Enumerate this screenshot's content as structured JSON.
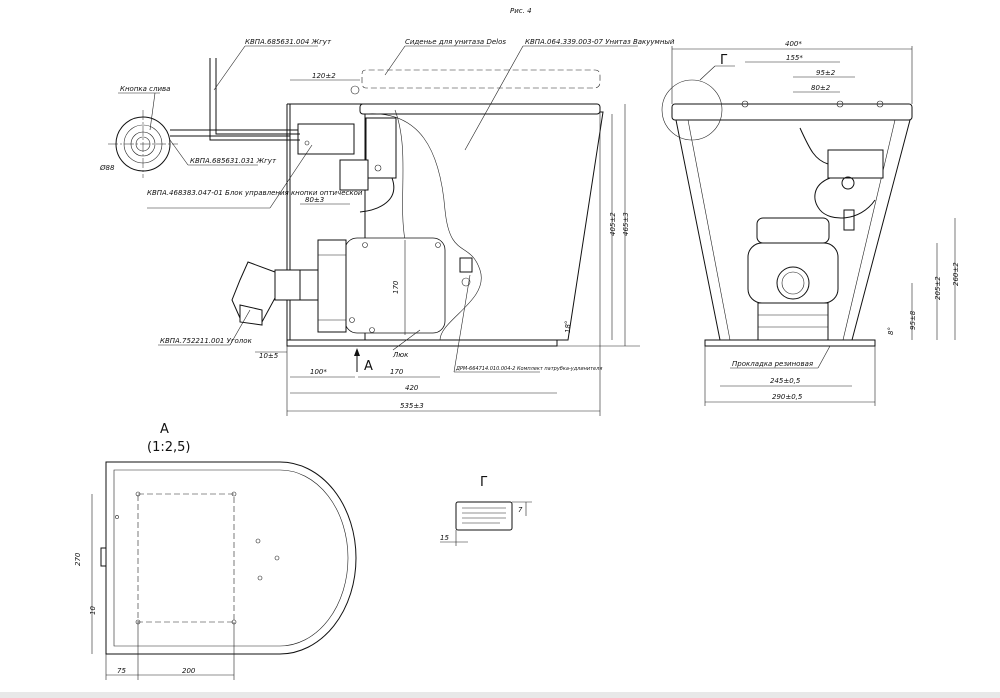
{
  "figure_title": "Рис. 4",
  "labels": {
    "harness_1": "КВПА.685631.004 Жгут",
    "flush_button": "Кнопка слива",
    "harness_2": "КВПА.685631.031 Жгут",
    "control_unit": "КВПА.468383.047-01 Блок управления кнопки оптической",
    "seat": "Сиденье для унитаза Delos",
    "vacuum_toilet": "КВПА.064.339.003-07 Унитаз Вакуумный",
    "elbow": "КВПА.752211.001 Уголок",
    "hatch": "Люк",
    "connector": "ДРМ-664714.010.004-2 Комплект патрубка-удлинителя",
    "rubber_gasket": "Прокладка резиновая",
    "view_a_letter": "А",
    "view_g_letter": "Г"
  },
  "dimensions": {
    "d120": "120±2",
    "d80": "80±3",
    "d170v": "170",
    "d10": "10±5",
    "d100": "100*",
    "d170h": "170",
    "d420": "420",
    "d535": "535±3",
    "d405": "405±2",
    "d465": "465±3",
    "d18": "18°",
    "dia88": "Ø88",
    "d400": "400*",
    "d155": "155*",
    "d95": "95±2",
    "d80b": "80±2",
    "d260": "260±2",
    "d205": "205±2",
    "d95b": "95±8",
    "d8": "8°",
    "d245": "245±0,5",
    "d290": "290±0,5",
    "detail_a": "А",
    "detail_scale": "(1:2,5)",
    "d270": "270",
    "d10b": "10",
    "d75": "75",
    "d200": "200",
    "g_letter": "Г",
    "d7": "7",
    "d15": "15"
  }
}
